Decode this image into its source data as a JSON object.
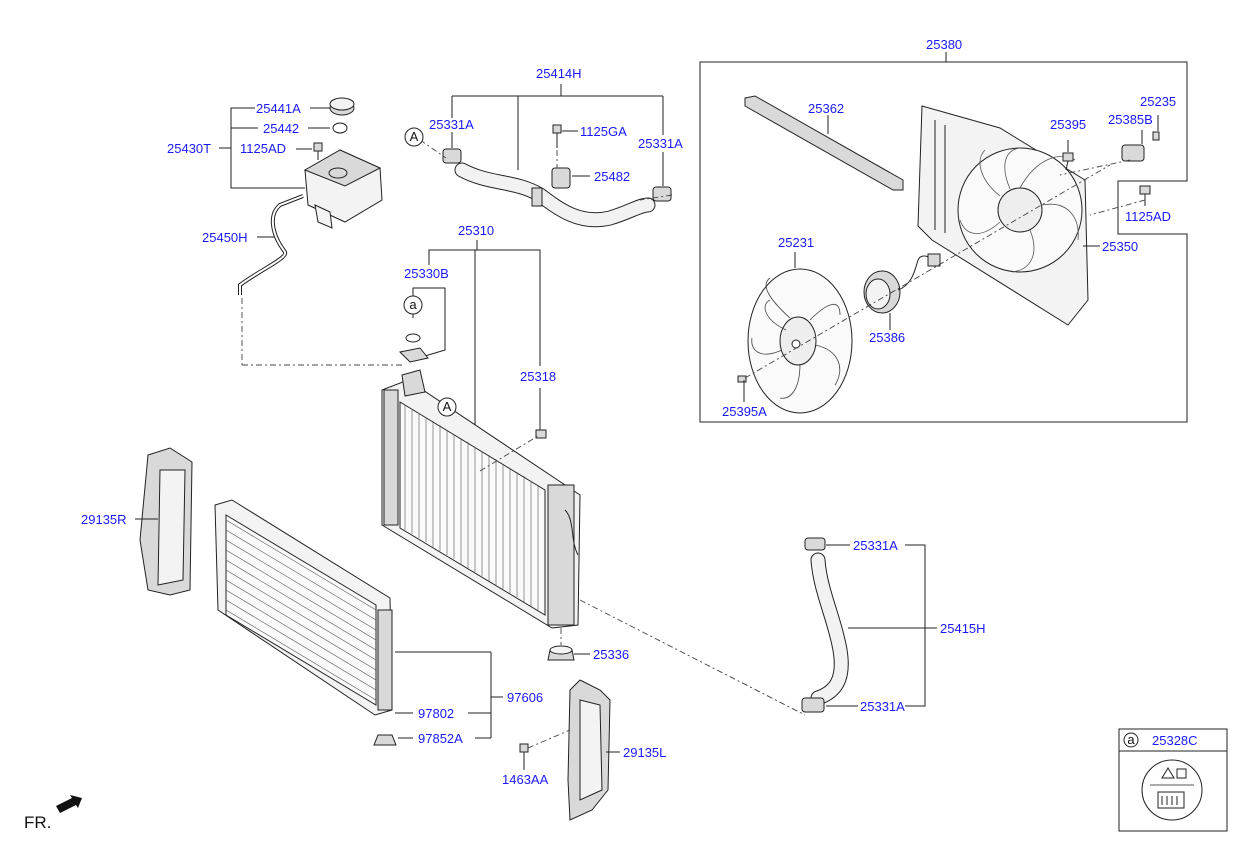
{
  "callouts": {
    "c25380": "25380",
    "c25414H": "25414H",
    "c25441A": "25441A",
    "c25442": "25442",
    "c25430T": "25430T",
    "c1125AD_top": "1125AD",
    "c25450H": "25450H",
    "c25331A_1": "25331A",
    "c1125GA": "1125GA",
    "c25331A_2": "25331A",
    "c25482": "25482",
    "c25310": "25310",
    "c25330B": "25330B",
    "c25318": "25318",
    "c25362": "25362",
    "c25395": "25395",
    "c25235": "25235",
    "c25385B": "25385B",
    "c1125AD_right": "1125AD",
    "c25350": "25350",
    "c25231": "25231",
    "c25386": "25386",
    "c25395A": "25395A",
    "c29135R": "29135R",
    "c25331A_3": "25331A",
    "c25415H": "25415H",
    "c25331A_4": "25331A",
    "c25336": "25336",
    "c97606": "97606",
    "c97802": "97802",
    "c97852A": "97852A",
    "c29135L": "29135L",
    "c1463AA": "1463AA"
  },
  "markers": {
    "marker_a_small": "a",
    "marker_A_upper": "A",
    "marker_A_radiator": "A"
  },
  "legend_box": {
    "marker": "a",
    "part_number": "25328C"
  },
  "direction_label": "FR.",
  "colors": {
    "callout_text": "#1a1aff",
    "line": "#222222"
  }
}
